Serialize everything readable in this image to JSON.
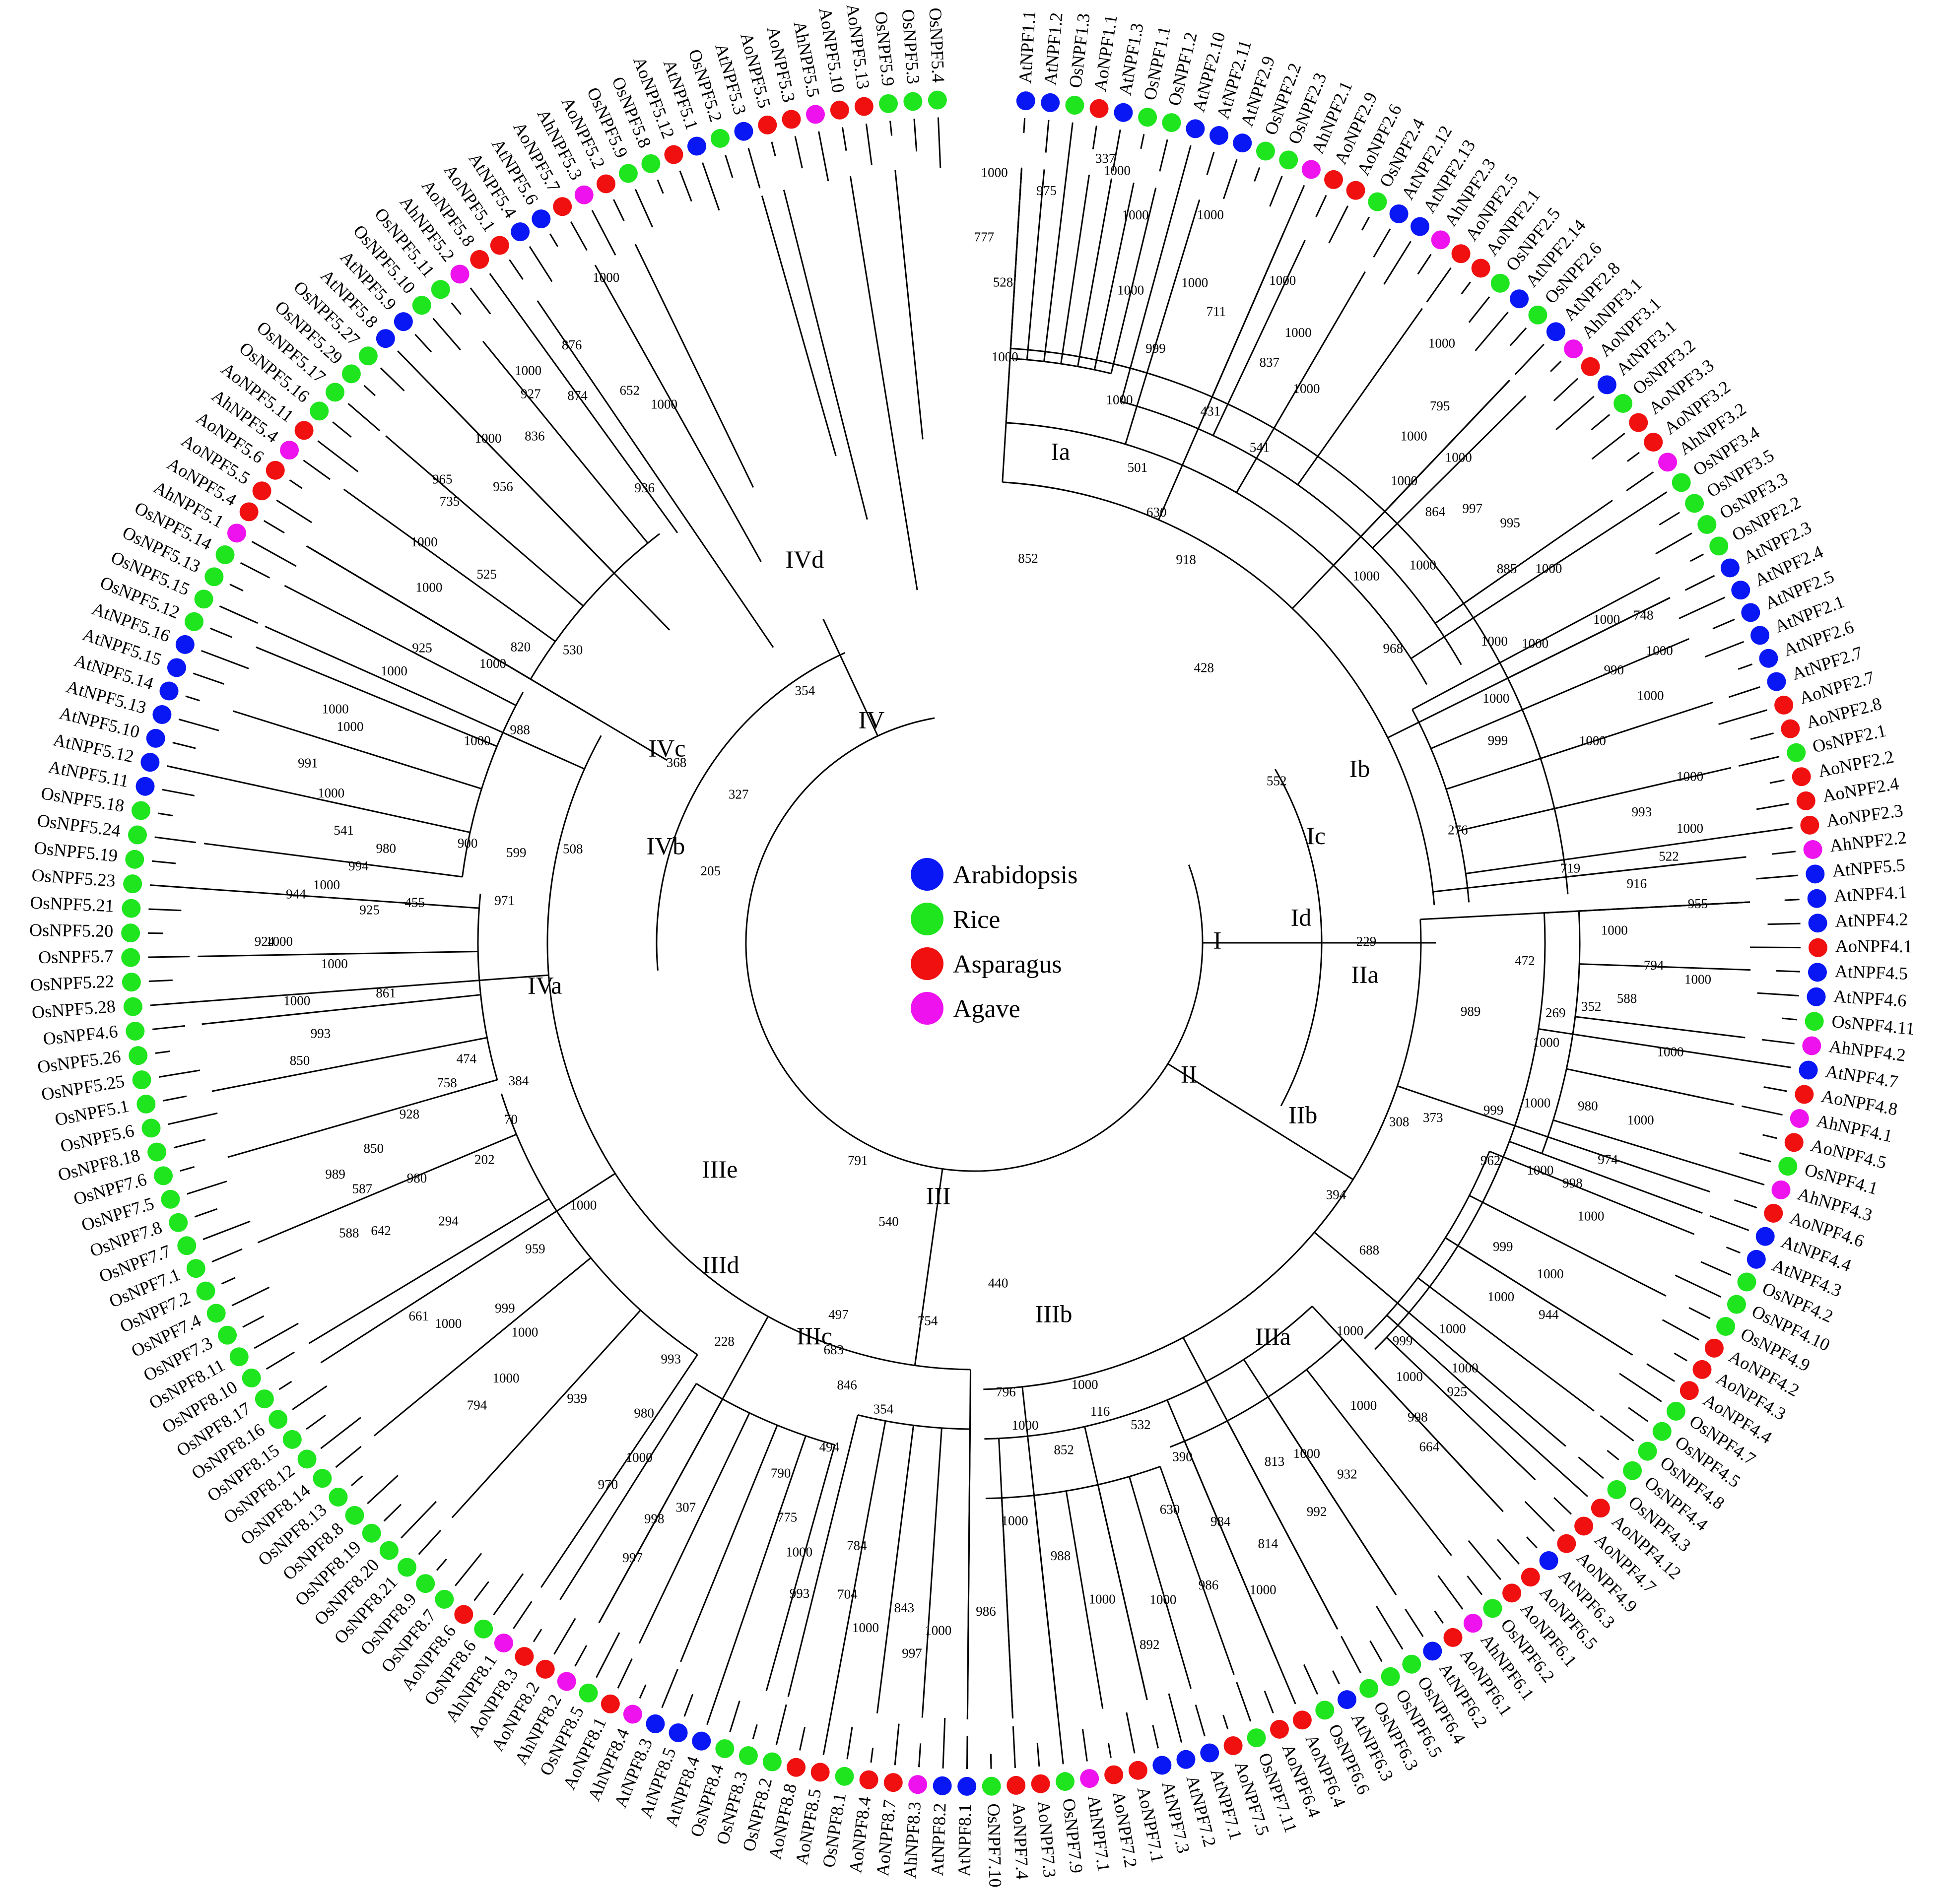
{
  "legend": [
    {
      "name": "Arabidopsis",
      "color": "#0a17f5"
    },
    {
      "name": "Rice",
      "color": "#1fe51f"
    },
    {
      "name": "Asparagus",
      "color": "#f01010"
    },
    {
      "name": "Agave",
      "color": "#ee12ee"
    }
  ],
  "species_colors": {
    "At": "#0a17f5",
    "Os": "#1fe51f",
    "Ao": "#f01010",
    "Ah": "#ee12ee"
  },
  "leaves": [
    "AtNPF1.1",
    "AtNPF1.2",
    "OsNPF1.3",
    "AoNPF1.1",
    "AtNPF1.3",
    "OsNPF1.1",
    "OsNPF1.2",
    "AtNPF2.10",
    "AtNPF2.11",
    "AtNPF2.9",
    "OsNPF2.2",
    "OsNPF2.3",
    "AhNPF2.1",
    "AoNPF2.9",
    "AoNPF2.6",
    "OsNPF2.4",
    "AtNPF2.12",
    "AtNPF2.13",
    "AhNPF2.3",
    "AoNPF2.5",
    "AoNPF2.1",
    "OsNPF2.5",
    "AtNPF2.14",
    "OsNPF2.6",
    "AtNPF2.8",
    "AhNPF3.1",
    "AoNPF3.1",
    "AtNPF3.1",
    "OsNPF3.2",
    "AoNPF3.3",
    "AoNPF3.2",
    "AhNPF3.2",
    "OsNPF3.4",
    "OsNPF3.5",
    "OsNPF3.3",
    "OsNPF2.2",
    "AtNPF2.3",
    "AtNPF2.4",
    "AtNPF2.5",
    "AtNPF2.1",
    "AtNPF2.6",
    "AtNPF2.7",
    "AoNPF2.7",
    "AoNPF2.8",
    "OsNPF2.1",
    "AoNPF2.2",
    "AoNPF2.4",
    "AoNPF2.3",
    "AhNPF2.2",
    "AtNPF5.5",
    "AtNPF4.1",
    "AtNPF4.2",
    "AoNPF4.1",
    "AtNPF4.5",
    "AtNPF4.6",
    "OsNPF4.11",
    "AhNPF4.2",
    "AtNPF4.7",
    "AoNPF4.8",
    "AhNPF4.1",
    "AoNPF4.5",
    "OsNPF4.1",
    "AhNPF4.3",
    "AoNPF4.6",
    "AtNPF4.4",
    "AtNPF4.3",
    "OsNPF4.2",
    "OsNPF4.10",
    "OsNPF4.9",
    "AoNPF4.2",
    "AoNPF4.3",
    "AoNPF4.4",
    "OsNPF4.7",
    "OsNPF4.5",
    "OsNPF4.8",
    "OsNPF4.4",
    "OsNPF4.3",
    "AoNPF4.12",
    "AoNPF4.7",
    "AoNPF4.9",
    "AtNPF6.3",
    "AoNPF6.5",
    "AoNPF6.1",
    "OsNPF6.2",
    "AhNPF6.1",
    "AoNPF6.1",
    "AtNPF6.2",
    "OsNPF6.4",
    "OsNPF6.5",
    "OsNPF6.3",
    "AtNPF6.3",
    "OsNPF6.6",
    "AoNPF6.4",
    "AoNPF6.4",
    "OsNPF7.11",
    "AoNPF7.5",
    "AtNPF7.1",
    "AtNPF7.2",
    "AtNPF7.3",
    "AoNPF7.1",
    "AoNPF7.2",
    "AhNPF7.1",
    "OsNPF7.9",
    "AoNPF7.3",
    "AoNPF7.4",
    "OsNPF7.10",
    "AtNPF8.1",
    "AtNPF8.2",
    "AhNPF8.3",
    "AoNPF8.7",
    "AoNPF8.4",
    "OsNPF8.1",
    "AoNPF8.5",
    "AoNPF8.8",
    "OsNPF8.2",
    "OsNPF8.3",
    "OsNPF8.4",
    "AtNPF8.4",
    "AtNPF8.5",
    "AtNPF8.3",
    "AhNPF8.4",
    "AoNPF8.1",
    "OsNPF8.5",
    "AhNPF8.2",
    "AoNPF8.2",
    "AoNPF8.3",
    "AhNPF8.1",
    "OsNPF8.6",
    "AoNPF8.6",
    "OsNPF8.7",
    "OsNPF8.9",
    "OsNPF8.21",
    "OsNPF8.20",
    "OsNPF8.19",
    "OsNPF8.8",
    "OsNPF8.13",
    "OsNPF8.14",
    "OsNPF8.12",
    "OsNPF8.15",
    "OsNPF8.16",
    "OsNPF8.17",
    "OsNPF8.10",
    "OsNPF8.11",
    "OsNPF7.3",
    "OsNPF7.4",
    "OsNPF7.2",
    "OsNPF7.1",
    "OsNPF7.7",
    "OsNPF7.8",
    "OsNPF7.5",
    "OsNPF7.6",
    "OsNPF8.18",
    "OsNPF5.6",
    "OsNPF5.1",
    "OsNPF5.25",
    "OsNPF5.26",
    "OsNPF4.6",
    "OsNPF5.28",
    "OsNPF5.22",
    "OsNPF5.7",
    "OsNPF5.20",
    "OsNPF5.21",
    "OsNPF5.23",
    "OsNPF5.19",
    "OsNPF5.24",
    "OsNPF5.18",
    "AtNPF5.11",
    "AtNPF5.12",
    "AtNPF5.10",
    "AtNPF5.13",
    "AtNPF5.14",
    "AtNPF5.15",
    "AtNPF5.16",
    "OsNPF5.12",
    "OsNPF5.15",
    "OsNPF5.13",
    "OsNPF5.14",
    "AhNPF5.1",
    "AoNPF5.4",
    "AoNPF5.5",
    "AoNPF5.6",
    "AhNPF5.4",
    "AoNPF5.11",
    "OsNPF5.16",
    "OsNPF5.17",
    "OsNPF5.29",
    "OsNPF5.27",
    "AtNPF5.8",
    "AtNPF5.9",
    "OsNPF5.10",
    "OsNPF5.11",
    "AhNPF5.2",
    "AoNPF5.8",
    "AoNPF5.1",
    "AtNPF5.4",
    "AtNPF5.6",
    "AoNPF5.7",
    "AhNPF5.3",
    "AoNPF5.2",
    "OsNPF5.9",
    "OsNPF5.8",
    "AoNPF5.12",
    "AtNPF5.1",
    "OsNPF5.2",
    "AtNPF5.3",
    "AoNPF5.5",
    "AoNPF5.3",
    "AhNPF5.5",
    "AoNPF5.10",
    "AoNPF5.13",
    "OsNPF5.9",
    "OsNPF5.3",
    "OsNPF5.4"
  ],
  "clades": [
    {
      "label": "I",
      "angle": -90,
      "r": 490
    },
    {
      "label": "Ia",
      "angle": -10,
      "r": 1000
    },
    {
      "label": "Ib",
      "angle": -66,
      "r": 850
    },
    {
      "label": "Ic",
      "angle": -73,
      "r": 720
    },
    {
      "label": "Id",
      "angle": -86,
      "r": 660
    },
    {
      "label": "II",
      "angle": -122,
      "r": 510
    },
    {
      "label": "IIa",
      "angle": -95,
      "r": 790
    },
    {
      "label": "IIb",
      "angle": -118,
      "r": 750
    },
    {
      "label": "III",
      "angle": -188,
      "r": 520
    },
    {
      "label": "IIIa",
      "angle": -143,
      "r": 1000
    },
    {
      "label": "IIIb",
      "angle": -168,
      "r": 770
    },
    {
      "label": "IIIc",
      "angle": -202,
      "r": 860
    },
    {
      "label": "IIId",
      "angle": -218,
      "r": 830
    },
    {
      "label": "IIIe",
      "angle": -228,
      "r": 690
    },
    {
      "label": "IV",
      "angle": -335,
      "r": 490
    },
    {
      "label": "IVa",
      "angle": -264,
      "r": 870
    },
    {
      "label": "IVb",
      "angle": -287,
      "r": 650
    },
    {
      "label": "IVc",
      "angle": -302,
      "r": 730
    },
    {
      "label": "IVd",
      "angle": -336,
      "r": 840
    }
  ],
  "bootstraps": [
    {
      "v": "1000",
      "angle": -1.5,
      "r": 1550
    },
    {
      "v": "777",
      "angle": -0.8,
      "r": 1420
    },
    {
      "v": "528",
      "angle": -2.5,
      "r": 1330
    },
    {
      "v": "975",
      "angle": -5.5,
      "r": 1520
    },
    {
      "v": "1000",
      "angle": -3,
      "r": 1180
    },
    {
      "v": "337",
      "angle": -9.5,
      "r": 1600
    },
    {
      "v": "1000",
      "angle": -10.5,
      "r": 1580
    },
    {
      "v": "1000",
      "angle": -12.5,
      "r": 1500
    },
    {
      "v": "1000",
      "angle": -13.5,
      "r": 1350
    },
    {
      "v": "1000",
      "angle": -18,
      "r": 1540
    },
    {
      "v": "1000",
      "angle": -18.5,
      "r": 1400
    },
    {
      "v": "711",
      "angle": -21,
      "r": 1360
    },
    {
      "v": "999",
      "angle": -17,
      "r": 1250
    },
    {
      "v": "1000",
      "angle": -15,
      "r": 1130
    },
    {
      "v": "1000",
      "angle": -25,
      "r": 1470
    },
    {
      "v": "1000",
      "angle": -28,
      "r": 1390
    },
    {
      "v": "837",
      "angle": -27,
      "r": 1310
    },
    {
      "v": "431",
      "angle": -24,
      "r": 1170
    },
    {
      "v": "1000",
      "angle": -31,
      "r": 1300
    },
    {
      "v": "541",
      "angle": -30,
      "r": 1150
    },
    {
      "v": "501",
      "angle": -19,
      "r": 1010
    },
    {
      "v": "630",
      "angle": -23,
      "r": 940
    },
    {
      "v": "918",
      "angle": -29,
      "r": 880
    },
    {
      "v": "852",
      "angle": -8,
      "r": 780
    },
    {
      "v": "428",
      "angle": -40,
      "r": 720
    },
    {
      "v": "1000",
      "angle": -38,
      "r": 1530
    },
    {
      "v": "795",
      "angle": -41,
      "r": 1430
    },
    {
      "v": "1000",
      "angle": -41,
      "r": 1350
    },
    {
      "v": "1000",
      "angle": -43,
      "r": 1270
    },
    {
      "v": "1000",
      "angle": -45,
      "r": 1380
    },
    {
      "v": "864",
      "angle": -47,
      "r": 1270
    },
    {
      "v": "997",
      "angle": -49,
      "r": 1330
    },
    {
      "v": "995",
      "angle": -52,
      "r": 1370
    },
    {
      "v": "1000",
      "angle": -50,
      "r": 1180
    },
    {
      "v": "1000",
      "angle": -47,
      "r": 1080
    },
    {
      "v": "885",
      "angle": -55,
      "r": 1310
    },
    {
      "v": "1000",
      "angle": -57,
      "r": 1380
    },
    {
      "v": "968",
      "angle": -55,
      "r": 1030
    },
    {
      "v": "1000",
      "angle": -60,
      "r": 1210
    },
    {
      "v": "1000",
      "angle": -63,
      "r": 1430
    },
    {
      "v": "748",
      "angle": -64,
      "r": 1500
    },
    {
      "v": "1000",
      "angle": -62,
      "r": 1280
    },
    {
      "v": "990",
      "angle": -67,
      "r": 1400
    },
    {
      "v": "1000",
      "angle": -67,
      "r": 1500
    },
    {
      "v": "1000",
      "angle": -65,
      "r": 1160
    },
    {
      "v": "1000",
      "angle": -70,
      "r": 1450
    },
    {
      "v": "1000",
      "angle": -72,
      "r": 1310
    },
    {
      "v": "999",
      "angle": -69,
      "r": 1130
    },
    {
      "v": "276",
      "angle": -77,
      "r": 1000
    },
    {
      "v": "552",
      "angle": -62,
      "r": 690
    },
    {
      "v": "229",
      "angle": -90,
      "r": 790
    },
    {
      "v": "1000",
      "angle": -77,
      "r": 1480
    },
    {
      "v": "993",
      "angle": -79,
      "r": 1370
    },
    {
      "v": "1000",
      "angle": -81,
      "r": 1460
    },
    {
      "v": "522",
      "angle": -83,
      "r": 1410
    },
    {
      "v": "916",
      "angle": -85,
      "r": 1340
    },
    {
      "v": "955",
      "angle": -87,
      "r": 1460
    },
    {
      "v": "1000",
      "angle": -89,
      "r": 1290
    },
    {
      "v": "719",
      "angle": -83,
      "r": 1210
    },
    {
      "v": "472",
      "angle": -92,
      "r": 1110
    },
    {
      "v": "794",
      "angle": -92,
      "r": 1370
    },
    {
      "v": "1000",
      "angle": -93,
      "r": 1460
    },
    {
      "v": "588",
      "angle": -95,
      "r": 1320
    },
    {
      "v": "352",
      "angle": -96,
      "r": 1250
    },
    {
      "v": "269",
      "angle": -97,
      "r": 1180
    },
    {
      "v": "1000",
      "angle": -99,
      "r": 1420
    },
    {
      "v": "1000",
      "angle": -100,
      "r": 1170
    },
    {
      "v": "989",
      "angle": -98,
      "r": 1010
    },
    {
      "v": "308",
      "angle": -113,
      "r": 930
    },
    {
      "v": "980",
      "angle": -105,
      "r": 1280
    },
    {
      "v": "1000",
      "angle": -105,
      "r": 1390
    },
    {
      "v": "1000",
      "angle": -106,
      "r": 1180
    },
    {
      "v": "974",
      "angle": -109,
      "r": 1350
    },
    {
      "v": "999",
      "angle": -108,
      "r": 1100
    },
    {
      "v": "1000",
      "angle": -112,
      "r": 1230
    },
    {
      "v": "998",
      "angle": -112,
      "r": 1300
    },
    {
      "v": "1000",
      "angle": -114,
      "r": 1360
    },
    {
      "v": "962",
      "angle": -113,
      "r": 1130
    },
    {
      "v": "373",
      "angle": -111,
      "r": 990
    },
    {
      "v": "1000",
      "angle": -120,
      "r": 1340
    },
    {
      "v": "999",
      "angle": -120,
      "r": 1230
    },
    {
      "v": "944",
      "angle": -123,
      "r": 1380
    },
    {
      "v": "1000",
      "angle": -124,
      "r": 1280
    },
    {
      "v": "394",
      "angle": -125,
      "r": 890
    },
    {
      "v": "688",
      "angle": -128,
      "r": 1010
    },
    {
      "v": "1000",
      "angle": -129,
      "r": 1240
    },
    {
      "v": "1000",
      "angle": -131,
      "r": 1310
    },
    {
      "v": "925",
      "angle": -133,
      "r": 1330
    },
    {
      "v": "999",
      "angle": -133,
      "r": 1180
    },
    {
      "v": "1000",
      "angle": -135,
      "r": 1240
    },
    {
      "v": "998",
      "angle": -137,
      "r": 1310
    },
    {
      "v": "664",
      "angle": -138,
      "r": 1370
    },
    {
      "v": "1000",
      "angle": -140,
      "r": 1220
    },
    {
      "v": "1000",
      "angle": -136,
      "r": 1090
    },
    {
      "v": "932",
      "angle": -145,
      "r": 1310
    },
    {
      "v": "992",
      "angle": -149,
      "r": 1340
    },
    {
      "v": "1000",
      "angle": -147,
      "r": 1230
    },
    {
      "v": "813",
      "angle": -150,
      "r": 1210
    },
    {
      "v": "814",
      "angle": -154,
      "r": 1350
    },
    {
      "v": "1000",
      "angle": -156,
      "r": 1430
    },
    {
      "v": "984",
      "angle": -157,
      "r": 1270
    },
    {
      "v": "986",
      "angle": -160,
      "r": 1380
    },
    {
      "v": "630",
      "angle": -161,
      "r": 1210
    },
    {
      "v": "390",
      "angle": -158,
      "r": 1120
    },
    {
      "v": "532",
      "angle": -161,
      "r": 1030
    },
    {
      "v": "116",
      "angle": -165,
      "r": 980
    },
    {
      "v": "1000",
      "angle": -166,
      "r": 920
    },
    {
      "v": "1000",
      "angle": -164,
      "r": 1380
    },
    {
      "v": "892",
      "angle": -166,
      "r": 1460
    },
    {
      "v": "1000",
      "angle": -169,
      "r": 1350
    },
    {
      "v": "988",
      "angle": -172,
      "r": 1250
    },
    {
      "v": "1000",
      "angle": -176,
      "r": 1170
    },
    {
      "v": "852",
      "angle": -170,
      "r": 1040
    },
    {
      "v": "1000",
      "angle": -174,
      "r": 980
    },
    {
      "v": "796",
      "angle": -176,
      "r": 910
    },
    {
      "v": "986",
      "angle": -179,
      "r": 1350
    },
    {
      "v": "1000",
      "angle": -183,
      "r": 1390
    },
    {
      "v": "997",
      "angle": -185,
      "r": 1440
    },
    {
      "v": "843",
      "angle": -186,
      "r": 1350
    },
    {
      "v": "1000",
      "angle": -189,
      "r": 1400
    },
    {
      "v": "704",
      "angle": -191,
      "r": 1340
    },
    {
      "v": "784",
      "angle": -191,
      "r": 1240
    },
    {
      "v": "993",
      "angle": -195,
      "r": 1360
    },
    {
      "v": "1000",
      "angle": -196,
      "r": 1280
    },
    {
      "v": "775",
      "angle": -198,
      "r": 1220
    },
    {
      "v": "790",
      "angle": -200,
      "r": 1140
    },
    {
      "v": "494",
      "angle": -196,
      "r": 1060
    },
    {
      "v": "354",
      "angle": -191,
      "r": 960
    },
    {
      "v": "846",
      "angle": -196,
      "r": 930
    },
    {
      "v": "683",
      "angle": -199,
      "r": 870
    },
    {
      "v": "754",
      "angle": -187,
      "r": 770
    },
    {
      "v": "497",
      "angle": -200,
      "r": 800
    },
    {
      "v": "440",
      "angle": -176,
      "r": 690
    },
    {
      "v": "540",
      "angle": -197,
      "r": 590
    },
    {
      "v": "791",
      "angle": -208,
      "r": 500
    },
    {
      "v": "307",
      "angle": -207,
      "r": 1280
    },
    {
      "v": "998",
      "angle": -209,
      "r": 1330
    },
    {
      "v": "997",
      "angle": -209,
      "r": 1420
    },
    {
      "v": "1000",
      "angle": -213,
      "r": 1240
    },
    {
      "v": "970",
      "angle": -214,
      "r": 1320
    },
    {
      "v": "980",
      "angle": -215,
      "r": 1160
    },
    {
      "v": "993",
      "angle": -216,
      "r": 1040
    },
    {
      "v": "939",
      "angle": -221,
      "r": 1220
    },
    {
      "v": "228",
      "angle": -212,
      "r": 950
    },
    {
      "v": "794",
      "angle": -227,
      "r": 1370
    },
    {
      "v": "1000",
      "angle": -227,
      "r": 1290
    },
    {
      "v": "1000",
      "angle": -229,
      "r": 1200
    },
    {
      "v": "999",
      "angle": -232,
      "r": 1200
    },
    {
      "v": "1000",
      "angle": -234,
      "r": 1310
    },
    {
      "v": "661",
      "angle": -236,
      "r": 1350
    },
    {
      "v": "959",
      "angle": -235,
      "r": 1080
    },
    {
      "v": "1000",
      "angle": -236,
      "r": 950
    },
    {
      "v": "294",
      "angle": -242,
      "r": 1200
    },
    {
      "v": "642",
      "angle": -244,
      "r": 1330
    },
    {
      "v": "588",
      "angle": -245,
      "r": 1390
    },
    {
      "v": "980",
      "angle": -247,
      "r": 1220
    },
    {
      "v": "587",
      "angle": -248,
      "r": 1330
    },
    {
      "v": "989",
      "angle": -250,
      "r": 1370
    },
    {
      "v": "850",
      "angle": -251,
      "r": 1280
    },
    {
      "v": "928",
      "angle": -253,
      "r": 1190
    },
    {
      "v": "758",
      "angle": -255,
      "r": 1100
    },
    {
      "v": "474",
      "angle": -257,
      "r": 1050
    },
    {
      "v": "202",
      "angle": -246,
      "r": 1080
    },
    {
      "v": "70",
      "angle": -249,
      "r": 1000
    },
    {
      "v": "384",
      "angle": -253,
      "r": 960
    },
    {
      "v": "850",
      "angle": -260,
      "r": 1380
    },
    {
      "v": "993",
      "angle": -262,
      "r": 1330
    },
    {
      "v": "1000",
      "angle": -265,
      "r": 1370
    },
    {
      "v": "861",
      "angle": -265,
      "r": 1190
    },
    {
      "v": "1000",
      "angle": -268,
      "r": 1290
    },
    {
      "v": "924",
      "angle": -270,
      "r": 1430
    },
    {
      "v": "1000",
      "angle": -270,
      "r": 1400
    },
    {
      "v": "925",
      "angle": -273,
      "r": 1220
    },
    {
      "v": "1000",
      "angle": -275,
      "r": 1310
    },
    {
      "v": "944",
      "angle": -274,
      "r": 1370
    },
    {
      "v": "994",
      "angle": -277,
      "r": 1250
    },
    {
      "v": "455",
      "angle": -274,
      "r": 1130
    },
    {
      "v": "980",
      "angle": -279,
      "r": 1200
    },
    {
      "v": "541",
      "angle": -280,
      "r": 1290
    },
    {
      "v": "1000",
      "angle": -283,
      "r": 1330
    },
    {
      "v": "991",
      "angle": -285,
      "r": 1390
    },
    {
      "v": "900",
      "angle": -281,
      "r": 1040
    },
    {
      "v": "599",
      "angle": -281,
      "r": 940
    },
    {
      "v": "971",
      "angle": -275,
      "r": 950
    },
    {
      "v": "508",
      "angle": -283,
      "r": 830
    },
    {
      "v": "1000",
      "angle": -289,
      "r": 1330
    },
    {
      "v": "1000",
      "angle": -290,
      "r": 1370
    },
    {
      "v": "1000",
      "angle": -292,
      "r": 1080
    },
    {
      "v": "988",
      "angle": -295,
      "r": 1010
    },
    {
      "v": "1000",
      "angle": -295,
      "r": 1290
    },
    {
      "v": "925",
      "angle": -298,
      "r": 1260
    },
    {
      "v": "1000",
      "angle": -300,
      "r": 1120
    },
    {
      "v": "820",
      "angle": -303,
      "r": 1090
    },
    {
      "v": "1000",
      "angle": -303,
      "r": 1310
    },
    {
      "v": "1000",
      "angle": -306,
      "r": 1370
    },
    {
      "v": "525",
      "angle": -307,
      "r": 1230
    },
    {
      "v": "735",
      "angle": -310,
      "r": 1380
    },
    {
      "v": "965",
      "angle": -311,
      "r": 1420
    },
    {
      "v": "956",
      "angle": -314,
      "r": 1320
    },
    {
      "v": "1000",
      "angle": -316,
      "r": 1410
    },
    {
      "v": "530",
      "angle": -306,
      "r": 1000
    },
    {
      "v": "836",
      "angle": -319,
      "r": 1350
    },
    {
      "v": "927",
      "angle": -321,
      "r": 1420
    },
    {
      "v": "1000",
      "angle": -322,
      "r": 1460
    },
    {
      "v": "874",
      "angle": -324,
      "r": 1360
    },
    {
      "v": "876",
      "angle": -326,
      "r": 1450
    },
    {
      "v": "652",
      "angle": -328,
      "r": 1310
    },
    {
      "v": "1000",
      "angle": -331,
      "r": 1530
    },
    {
      "v": "1000",
      "angle": -330,
      "r": 1250
    },
    {
      "v": "936",
      "angle": -324,
      "r": 1130
    },
    {
      "v": "368",
      "angle": -301,
      "r": 700
    },
    {
      "v": "327",
      "angle": -302,
      "r": 560
    },
    {
      "v": "354",
      "angle": -326,
      "r": 610
    },
    {
      "v": "205",
      "angle": -285,
      "r": 550
    }
  ]
}
